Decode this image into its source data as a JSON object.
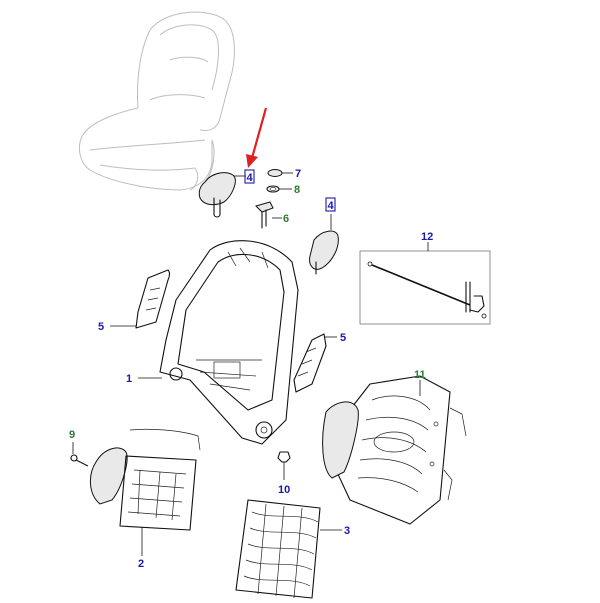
{
  "callouts": [
    {
      "id": "1",
      "text": "1",
      "color": "#1a1aa8"
    },
    {
      "id": "2",
      "text": "2",
      "color": "#1a1aa8"
    },
    {
      "id": "3",
      "text": "3",
      "color": "#1a1aa8"
    },
    {
      "id": "4a",
      "text": "4",
      "color": "#1a1aa8",
      "boxed": true
    },
    {
      "id": "4b",
      "text": "4",
      "color": "#1a1aa8",
      "boxed": true
    },
    {
      "id": "5a",
      "text": "5",
      "color": "#1a1aa8"
    },
    {
      "id": "5b",
      "text": "5",
      "color": "#1a1aa8"
    },
    {
      "id": "6",
      "text": "6",
      "color": "#2e7d32"
    },
    {
      "id": "7",
      "text": "7",
      "color": "#1a1aa8"
    },
    {
      "id": "8",
      "text": "8",
      "color": "#2e7d32"
    },
    {
      "id": "9",
      "text": "9",
      "color": "#2e7d32"
    },
    {
      "id": "10",
      "text": "10",
      "color": "#1a1aa8"
    },
    {
      "id": "11",
      "text": "11",
      "color": "#2e7d32"
    },
    {
      "id": "12",
      "text": "12",
      "color": "#1a1aa8"
    }
  ],
  "colors": {
    "highlight_arrow": "#e02020",
    "callout_blue": "#1a1aa8",
    "callout_green": "#2e7d32",
    "ghost_outline": "#bdbdbd"
  }
}
